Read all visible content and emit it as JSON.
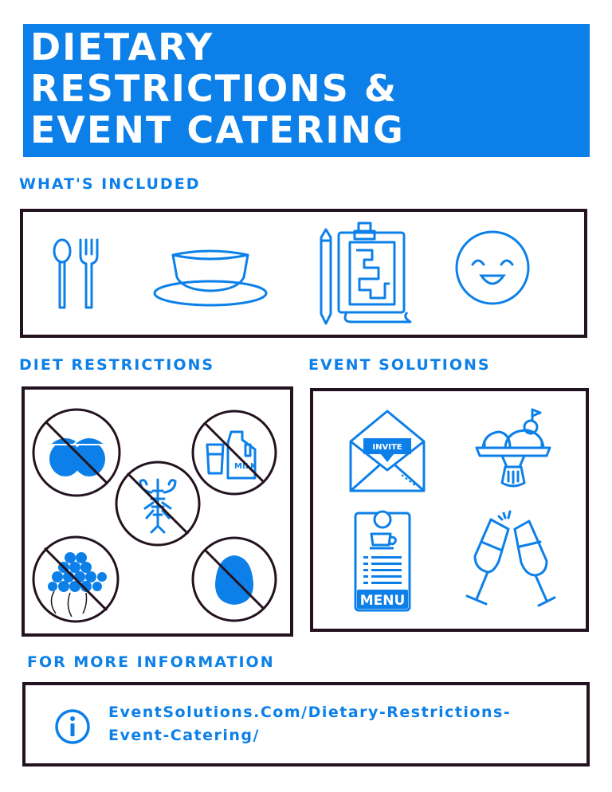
{
  "title": {
    "line1": "DIETARY",
    "line2": "RESTRICTIONS &",
    "line3": "EVENT CATERING"
  },
  "sections": {
    "included": "WHAT'S INCLUDED",
    "diet": "DIET RESTRICTIONS",
    "event": "EVENT SOLUTIONS",
    "info": "FOR MORE INFORMATION"
  },
  "event_icons": {
    "invite_label": "INVITE",
    "menu_label": "MENU"
  },
  "diet_icons": {
    "milk_label": "MILK"
  },
  "info": {
    "line1": "EventSolutions.Com/Dietary-Restrictions-",
    "line2": "Event-Catering/"
  },
  "icons": {
    "included": [
      "cutlery-icon",
      "bowl-icon",
      "clipboard-plan-icon",
      "smiley-icon"
    ],
    "diet": [
      "no-nuts-icon",
      "no-dairy-icon",
      "no-shellfish-icon",
      "no-fish-roe-icon",
      "no-egg-icon"
    ],
    "event": [
      "invitation-icon",
      "catering-tray-icon",
      "menu-icon",
      "champagne-toast-icon"
    ],
    "info": "info-icon"
  },
  "colors": {
    "accent": "#0c80e8",
    "frame": "#23121f",
    "background": "#ffffff"
  }
}
